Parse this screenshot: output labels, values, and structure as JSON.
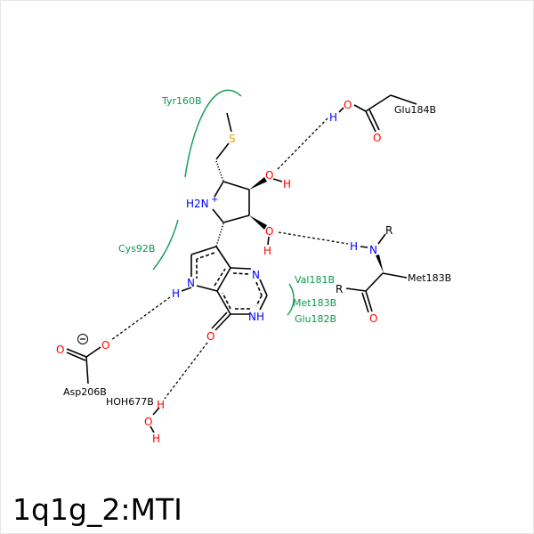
{
  "title": "1q1g_2:MTI",
  "residues": {
    "tyr160": "Tyr160B",
    "cys92": "Cys92B",
    "val181": "Val181B",
    "met183_arc": "Met183B",
    "glu182": "Glu182B",
    "glu184": "Glu184B",
    "met183": "Met183B",
    "asp206": "Asp206B",
    "hoh677": "HOH677B"
  },
  "atoms": {
    "S": "S",
    "N_ring": "H2N",
    "plus": "+",
    "O": "O",
    "H": "H",
    "N": "N",
    "NH": "NH",
    "R": "R",
    "minus": "−"
  },
  "colors": {
    "residue": "#0a9a50",
    "nitrogen": "#0000ff",
    "oxygen": "#ff0000",
    "sulfur": "#e5a100"
  }
}
